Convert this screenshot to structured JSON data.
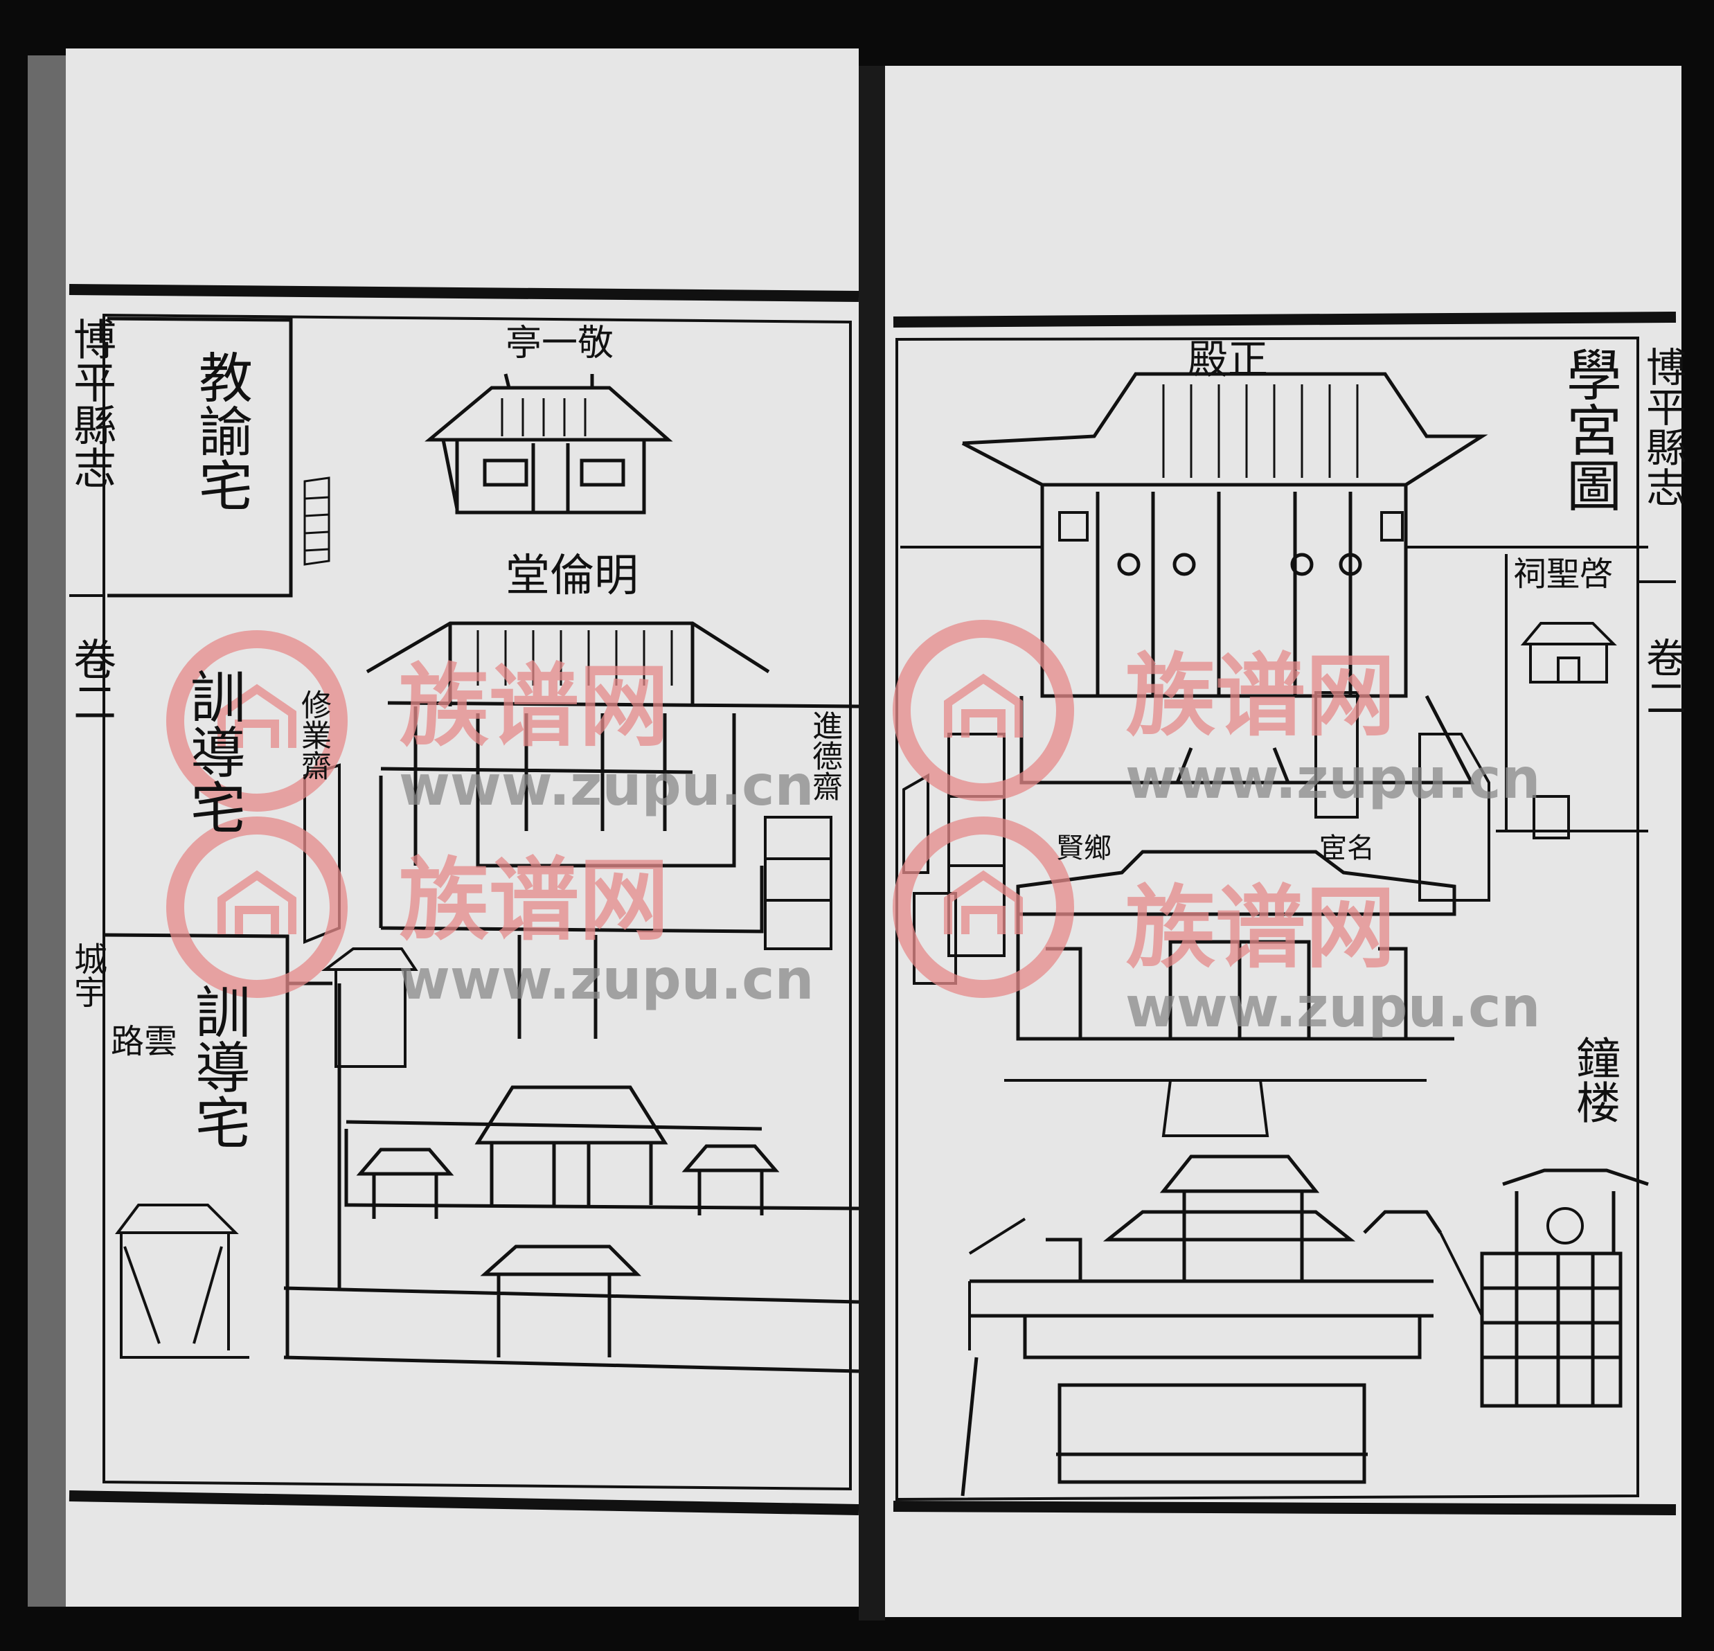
{
  "book": {
    "left_margin_title": "博平縣志",
    "left_margin_volume": "卷二",
    "left_margin_section": "城宇",
    "right_margin_title": "博平縣志",
    "right_margin_volume": "卷二"
  },
  "left_page": {
    "labels": {
      "jiaoyu_residence": "教諭宅",
      "jingyi_pavilion": "亭一敬",
      "minglun_hall": "堂倫明",
      "xunndao_residence_1": "訓導宅",
      "xiuye_studio": "修業齋",
      "jinde_studio": "進德齋",
      "xunndao_residence_2": "訓導宅",
      "yunlu_gate": "路雲"
    }
  },
  "right_page": {
    "labels": {
      "map_title": "學宮圖",
      "main_hall": "殿正",
      "qisheng_shrine": "祠聖啓",
      "xiangxian_shrine": "賢鄉",
      "minghuan_shrine": "宦名",
      "bell_tower": "鐘楼"
    }
  },
  "watermark": {
    "brand": "族谱网",
    "url": "www.zupu.cn",
    "color": "#e58a8a"
  }
}
